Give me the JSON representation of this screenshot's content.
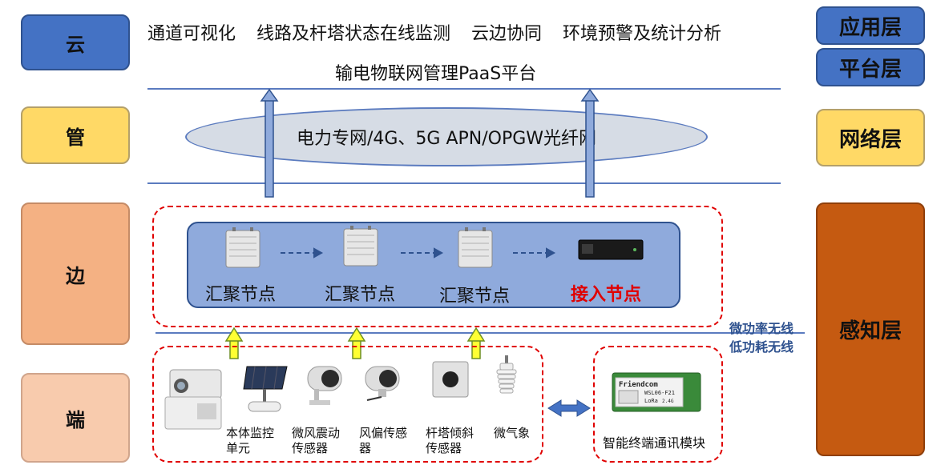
{
  "tiers": {
    "cloud": "云",
    "pipe": "管",
    "edge": "边",
    "end": "端"
  },
  "layers": {
    "application": "应用层",
    "platform": "平台层",
    "network": "网络层",
    "perception": "感知层"
  },
  "cloud": {
    "apps": [
      "通道可视化",
      "线路及杆塔状态在线监测",
      "云边协同",
      "环境预警及统计分析"
    ],
    "platform": "输电物联网管理PaaS平台"
  },
  "network": {
    "label": "电力专网/4G、5G APN/OPGW光纤网"
  },
  "edge": {
    "nodes": [
      {
        "label": "汇聚节点",
        "icon": "aggregation-node-device-icon"
      },
      {
        "label": "汇聚节点",
        "icon": "aggregation-node-device-icon"
      },
      {
        "label": "汇聚节点",
        "icon": "aggregation-node-device-icon"
      },
      {
        "label": "接入节点",
        "icon": "access-node-server-icon"
      }
    ]
  },
  "wireless": {
    "line1": "微功率无线",
    "line2": "低功耗无线"
  },
  "devices": {
    "sensors": [
      {
        "line1": "本体监控",
        "line2": "单元",
        "icon": "monitoring-camera-icon"
      },
      {
        "line1": "微风震动",
        "line2": "传感器",
        "icon": "vibration-sensor-icon"
      },
      {
        "line1": "风偏传感",
        "line2": "器",
        "icon": "wind-deflection-sensor-icon"
      },
      {
        "line1": "杆塔倾斜",
        "line2": "传感器",
        "icon": "tower-tilt-sensor-icon"
      },
      {
        "line1": "微气象",
        "line2": "",
        "icon": "weather-station-icon"
      }
    ],
    "module": {
      "label": "智能终端通讯模块",
      "chip_brand": "Friendcom",
      "chip_model": "WSL06-F21",
      "chip_tag": "LoRa",
      "chip_band": "2.4G"
    }
  },
  "colors": {
    "cloud_blue": "#4472c4",
    "pipe_yellow": "#ffd966",
    "edge_orange": "#f4b183",
    "end_peach": "#f8cbad",
    "perception_brown": "#c55a11",
    "dashed_red": "#e00000",
    "edge_panel": "#8faadc",
    "chip_green": "#3a8a3a"
  }
}
